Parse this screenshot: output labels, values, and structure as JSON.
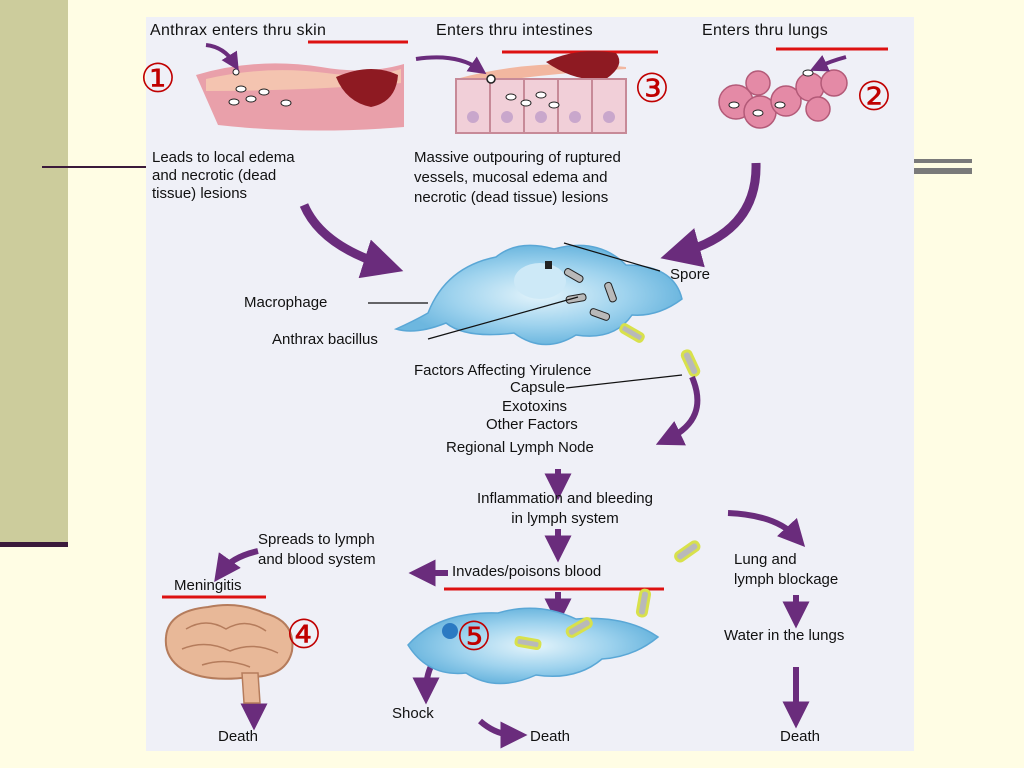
{
  "headers": {
    "skin": "Anthrax enters thru skin",
    "intestines": "Enters thru intestines",
    "lungs": "Enters thru lungs"
  },
  "markers": {
    "m1": "①",
    "m2": "②",
    "m3": "③",
    "m4": "④",
    "m5": "⑤"
  },
  "captions": {
    "skin_line1": "Leads to local edema",
    "skin_line2": "and necrotic (dead",
    "skin_line3": "tissue) lesions",
    "intestine_line1": "Massive outpouring of ruptured",
    "intestine_line2": "vessels, mucosal edema and",
    "intestine_line3": "necrotic (dead tissue) lesions"
  },
  "labels": {
    "spore": "Spore",
    "macrophage": "Macrophage",
    "anthrax_bacillus": "Anthrax bacillus",
    "virulence_title": "Factors Affecting Yirulence",
    "capsule": "Capsule",
    "exotoxins": "Exotoxins",
    "other_factors": "Other Factors",
    "lymph_node": "Regional Lymph Node",
    "inflammation_line1": "Inflammation and bleeding",
    "inflammation_line2": "in lymph system",
    "spreads_line1": "Spreads to lymph",
    "spreads_line2": "and blood system",
    "meningitis": "Meningitis",
    "invades": "Invades/poisons blood",
    "lung_blockage_line1": "Lung and",
    "lung_blockage_line2": "lymph blockage",
    "water_lungs": "Water in the lungs",
    "shock": "Shock",
    "death_left": "Death",
    "death_center": "Death",
    "death_right": "Death"
  },
  "colors": {
    "underline_red": "#dd1111",
    "marker_red": "#c00000",
    "arrow_purple": "#6a2c7c",
    "cell_blue": "#8ecbea",
    "tissue_pink": "#e9a0aa",
    "brain": "#e8b898"
  }
}
